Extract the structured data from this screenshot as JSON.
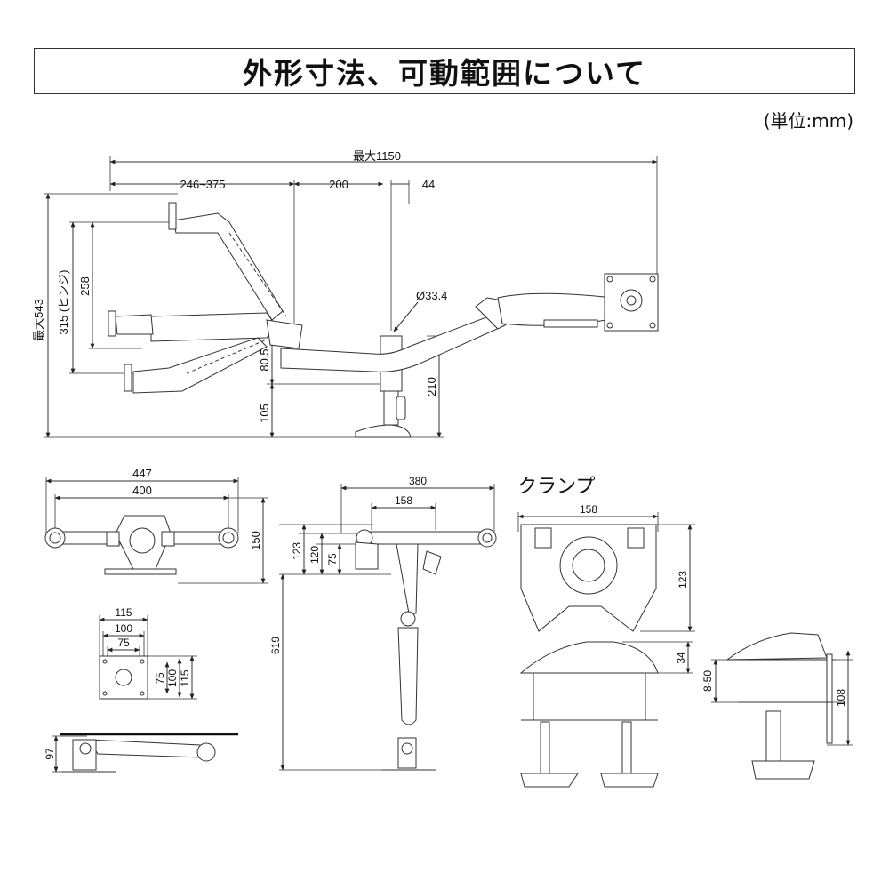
{
  "title": "外形寸法、可動範囲について",
  "unit_note": "(単位:mm)",
  "clamp_label": "クランプ",
  "side_view": {
    "overall_width": "最大1150",
    "range": "246~375",
    "arm": "200",
    "offset": "44",
    "pole_dia": "Ø33.4",
    "max_height": "最大543",
    "hinge": "315 (ヒンジ)",
    "hinge_vert": "258",
    "arm_h": "80.5",
    "base_h": "105",
    "pole_h": "210"
  },
  "top_view": {
    "width_total": "447",
    "width_vesa": "400",
    "depth": "150"
  },
  "vesa_plate": {
    "w115": "115",
    "w100": "100",
    "w75": "75",
    "h75": "75",
    "h100": "100",
    "h115": "115"
  },
  "arm_side": {
    "height": "97"
  },
  "front_view": {
    "width": "380",
    "inner": "158",
    "d123": "123",
    "d120": "120",
    "d75": "75",
    "height": "619"
  },
  "clamp": {
    "width": "158",
    "depth": "123",
    "top_h": "34",
    "thickness": "8-50",
    "total_h": "108"
  }
}
